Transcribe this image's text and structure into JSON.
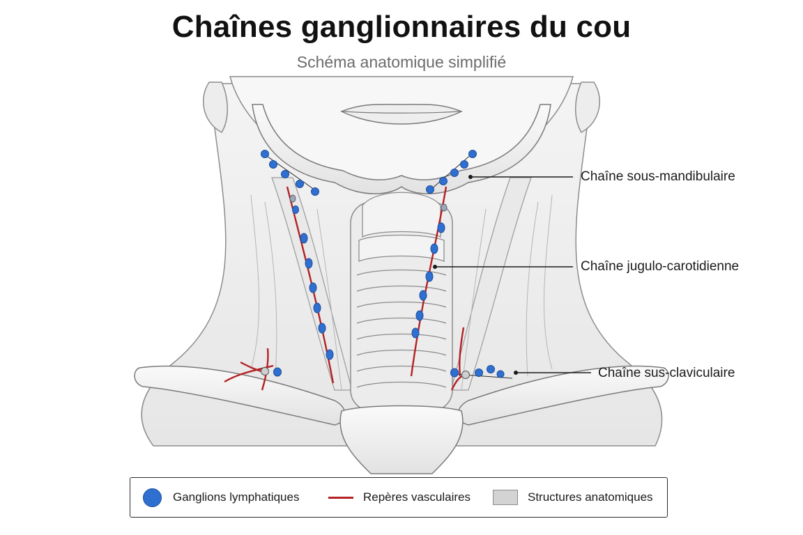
{
  "header": {
    "title": "Chaînes ganglionnaires du cou",
    "subtitle": "Schéma anatomique simplifié"
  },
  "labels": {
    "submandibular": "Chaîne sous-mandibulaire",
    "jugulocarotid": "Chaîne jugulo-carotidienne",
    "supraclavicular": "Chaîne sus-claviculaire"
  },
  "legend": {
    "nodes": "Ganglions lymphatiques",
    "vessels": "Repères vasculaires",
    "structures": "Structures anatomiques"
  },
  "colors": {
    "node": "#2f6fd0",
    "vessel": "#b32124",
    "structure": "#d3d3d3"
  }
}
